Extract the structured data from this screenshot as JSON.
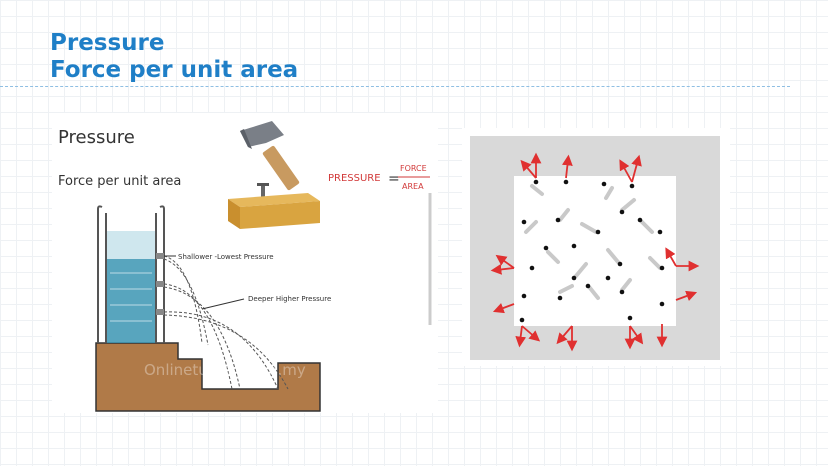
{
  "title": {
    "line1": "Pressure",
    "line2": "Force per unit area"
  },
  "diagram": {
    "heading": "Pressure",
    "subheading": "Force per unit area",
    "formula": {
      "lhs": "PRESSURE",
      "equals": "=",
      "numerator": "FORCE",
      "denominator": "AREA"
    },
    "labels": {
      "shallow": "Shallower -Lowest Pressure",
      "deep": "Deeper Higher Pressure",
      "watermark": "Onlinetuition.com.my"
    }
  },
  "colors": {
    "title": "#1f7fc7",
    "water": "#3b95b3",
    "base": "#b07a48",
    "arrow": "#e03030",
    "molecule": "#111111",
    "gas_box_border": "#d9d9d9"
  },
  "icons": [
    "hammer-icon",
    "nail-icon",
    "wood-block-icon"
  ]
}
